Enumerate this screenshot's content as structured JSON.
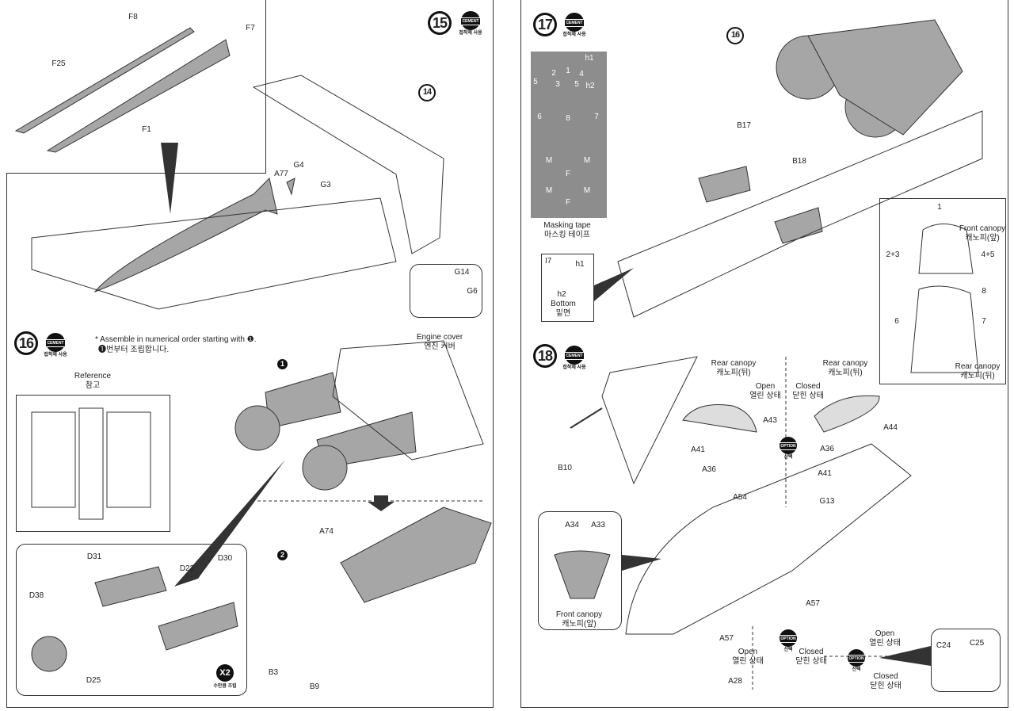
{
  "colors": {
    "part_fill": "#a6a6a6",
    "outline": "#333333",
    "badge": "#111111",
    "mask_sheet": "#8d8d8d"
  },
  "step15": {
    "number": "15",
    "cement": "CEMENT",
    "cement_ko": "접착제 사용",
    "labels": {
      "f8": "F8",
      "f7": "F7",
      "f25": "F25",
      "f1": "F1",
      "a77": "A77",
      "g4": "G4",
      "g3": "G3",
      "ref14": "14",
      "g14": "G14",
      "g6": "G6"
    }
  },
  "step16": {
    "number": "16",
    "cement": "CEMENT",
    "cement_ko": "접착제 사용",
    "note_en": "* Assemble in numerical order starting with ❶.",
    "note_ko": "❶번부터 조립합니다.",
    "reference_en": "Reference",
    "reference_ko": "참고",
    "engine_cover_en": "Engine cover",
    "engine_cover_ko": "엔진 커버",
    "sub1": "1",
    "sub2": "2",
    "labels": {
      "a74": "A74",
      "b3": "B3",
      "b9": "B9",
      "d31": "D31",
      "d23": "D23",
      "d30": "D30",
      "d38": "D38",
      "d25": "D25"
    },
    "x2": "X2",
    "x2_ko": "수만큼 조립"
  },
  "step17": {
    "number": "17",
    "cement": "CEMENT",
    "cement_ko": "접착제 사용",
    "mask_numbers": [
      "1",
      "2",
      "3",
      "4",
      "5",
      "h1",
      "h2",
      "5",
      "6",
      "7",
      "8",
      "M",
      "M",
      "M",
      "M",
      "F",
      "F"
    ],
    "masking_tape_en": "Masking tape",
    "masking_tape_ko": "마스킹 테이프",
    "i7": {
      "title": "I7",
      "h1": "h1",
      "h2": "h2",
      "bottom_en": "Bottom",
      "bottom_ko": "밑면"
    },
    "ref16": "16",
    "b17": "B17",
    "b18": "B18",
    "canopy_inset": {
      "n1": "1",
      "front_en": "Front canopy",
      "front_ko": "캐노피(앞)",
      "n23": "2+3",
      "n45": "4+5",
      "n8": "8",
      "n6": "6",
      "n7": "7",
      "rear_en": "Rear canopy",
      "rear_ko": "캐노피(뒤)"
    }
  },
  "step18": {
    "number": "18",
    "cement": "CEMENT",
    "cement_ko": "접착제 사용",
    "option": "OPTION",
    "option_ko": "선택",
    "rear_canopy_en": "Rear canopy",
    "rear_canopy_ko": "캐노피(뒤)",
    "open_en": "Open",
    "open_ko": "열린 상태",
    "closed_en": "Closed",
    "closed_ko": "닫힌 상태",
    "labels": {
      "b10": "B10",
      "a43": "A43",
      "a41": "A41",
      "a36": "A36",
      "a54": "A54",
      "a44": "A44",
      "g13": "G13",
      "a34": "A34",
      "a33": "A33",
      "a57": "A57",
      "a28": "A28",
      "c24": "C24",
      "c25": "C25"
    },
    "front_canopy_en": "Front canopy",
    "front_canopy_ko": "캐노피(앞)"
  }
}
